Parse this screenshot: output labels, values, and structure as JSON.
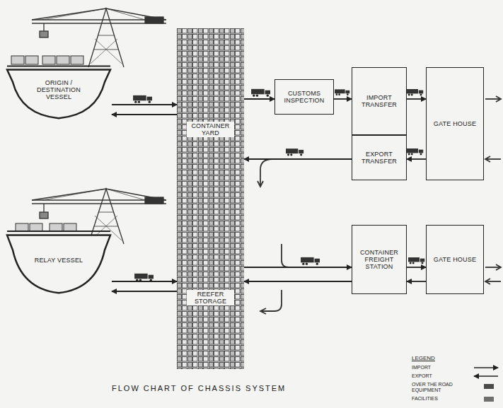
{
  "diagram": {
    "caption": "FLOW CHART OF CHASSIS SYSTEM",
    "nodes": [
      {
        "text": [
          "ORIGIN / DESTINATION VESSEL"
        ]
      },
      {
        "text": [
          "CONTAINER YARD",
          "REEFER STORAGE"
        ]
      },
      {
        "text": [
          "CUSTOMS INSPECTION"
        ]
      },
      {
        "text": [
          "IMPORT TRANSFER"
        ]
      },
      {
        "text": [
          "EXPORT TRANSFER"
        ]
      },
      {
        "text": [
          "GATE HOUSE"
        ]
      },
      {
        "text": [
          "RELAY VESSEL"
        ]
      },
      {
        "text": [
          "CONTAINER FREIGHT STATION"
        ]
      },
      {
        "text": [
          "GATE HOUSE"
        ]
      }
    ],
    "edges": [
      {
        "from": 0,
        "to": 1,
        "arrow": "to"
      },
      {
        "from": 1,
        "to": 0,
        "arrow": "to"
      },
      {
        "from": 1,
        "to": 2,
        "arrow": "to"
      },
      {
        "from": 2,
        "to": 3,
        "arrow": "to"
      },
      {
        "from": 3,
        "to": 5,
        "arrow": "to"
      },
      {
        "from": 5,
        "to": 4,
        "arrow": "to"
      },
      {
        "from": 4,
        "to": 1,
        "arrow": "to"
      },
      {
        "from": 6,
        "to": 1,
        "arrow": "to"
      },
      {
        "from": 1,
        "to": 6,
        "arrow": "to"
      },
      {
        "from": 1,
        "to": 7,
        "arrow": "to"
      },
      {
        "from": 7,
        "to": 1,
        "arrow": "to"
      },
      {
        "from": 7,
        "to": 8,
        "arrow": "to"
      },
      {
        "from": 8,
        "to": 7,
        "arrow": "to"
      }
    ],
    "labels": [
      "LEGEND"
    ],
    "legend": [
      {
        "text": "IMPORT"
      },
      {
        "text": "EXPORT"
      },
      {
        "text": "OVER THE ROAD EQUIPMENT",
        "color": "#4a4a4a"
      },
      {
        "text": "FACILITIES",
        "color": "#6e6e6e"
      }
    ]
  }
}
